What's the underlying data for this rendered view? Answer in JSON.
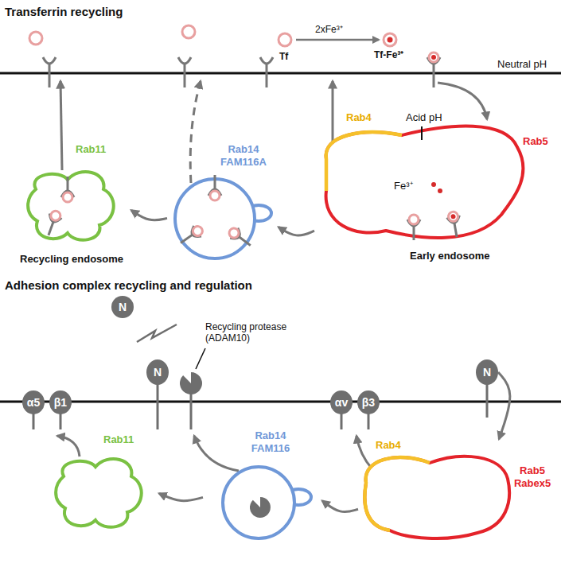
{
  "diagram": {
    "nodes": [
      {
        "text": [
          "Rab11",
          "Recycling endosome"
        ]
      },
      {
        "text": [
          "Rab14 FAM116A"
        ]
      },
      {
        "text": [
          "Rab4",
          "Acid pH",
          "Fe³⁺",
          "Rab5",
          "Early endosome"
        ]
      },
      {
        "text": [
          "N"
        ]
      },
      {
        "text": [
          "α5"
        ]
      },
      {
        "text": [
          "β1"
        ]
      },
      {
        "text": [
          "N"
        ]
      },
      {
        "text": [
          "αv"
        ]
      },
      {
        "text": [
          "β3"
        ]
      },
      {
        "text": [
          "N"
        ]
      },
      {
        "text": [
          "Rab11"
        ]
      },
      {
        "text": [
          "Rab14 FAM116"
        ]
      },
      {
        "text": [
          "Rab4",
          "Rab5 Rabex5"
        ]
      }
    ],
    "edges": [
      {
        "from": 2,
        "to": 1,
        "arrow": "to"
      },
      {
        "from": 1,
        "to": 0,
        "arrow": "to"
      },
      {
        "from": 9,
        "to": 12,
        "arrow": "to"
      },
      {
        "from": 12,
        "to": 11,
        "arrow": "to"
      },
      {
        "from": 11,
        "to": 10,
        "arrow": "to"
      }
    ],
    "labels": [
      "Transferrin recycling",
      "2xFe³⁺",
      "Tf",
      "Tf-Fe³⁺",
      "Neutral pH",
      "Adhesion complex recycling and regulation",
      "Recycling protease (ADAM10)"
    ]
  }
}
